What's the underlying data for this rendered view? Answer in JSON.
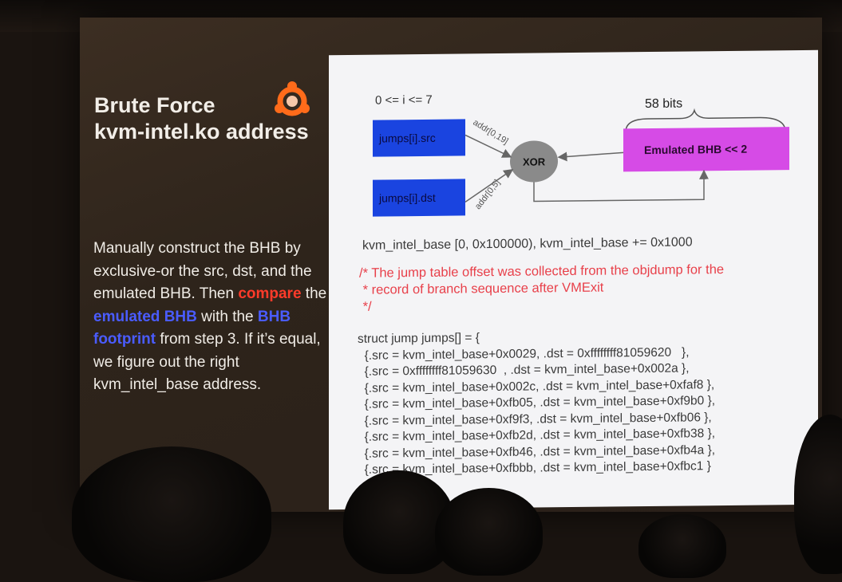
{
  "slide": {
    "title_line1": "Brute Force",
    "title_line2": "kvm-intel.ko address",
    "body_1": "Manually construct the BHB by exclusive-or the src, dst, and the emulated BHB. Then ",
    "body_compare": "compare",
    "body_the": " the ",
    "body_emulated": "emulated BHB",
    "body_with": " with the ",
    "body_footprint": "BHB footprint",
    "body_end": " from step 3. If it’s equal, we figure out the right kvm_intel_base address."
  },
  "diagram": {
    "range_label": "0 <= i <= 7",
    "bits_label": "58 bits",
    "src_box": "jumps[i].src",
    "dst_box": "jumps[i].dst",
    "xor_label": "XOR",
    "bhb_box": "Emulated BHB << 2",
    "addr_src": "addr[0,19]",
    "addr_dst": "addr[0,5]"
  },
  "code": {
    "range_line": "kvm_intel_base [0, 0x100000), kvm_intel_base += 0x1000",
    "comment": "/* The jump table offset was collected from the objdump for the\n * record of branch sequence after VMExit\n */",
    "body": "struct jump jumps[] = {\n  {.src = kvm_intel_base+0x0029, .dst = 0xffffffff81059620   },\n  {.src = 0xffffffff81059630  , .dst = kvm_intel_base+0x002a },\n  {.src = kvm_intel_base+0x002c, .dst = kvm_intel_base+0xfaf8 },\n  {.src = kvm_intel_base+0xfb05, .dst = kvm_intel_base+0xf9b0 },\n  {.src = kvm_intel_base+0xf9f3, .dst = kvm_intel_base+0xfb06 },\n  {.src = kvm_intel_base+0xfb2d, .dst = kvm_intel_base+0xfb38 },\n  {.src = kvm_intel_base+0xfb46, .dst = kvm_intel_base+0xfb4a },\n  {.src = kvm_intel_base+0xfbbb, .dst = kvm_intel_base+0xfbc1 }"
  },
  "colors": {
    "box_blue": "#1a44e0",
    "box_magenta": "#d64be6",
    "xor_gray": "#8a8a8a",
    "highlight_red": "#ff3b2a",
    "highlight_blue": "#4a5cff",
    "comment_red": "#e8404a"
  },
  "icons": {
    "logo": "ubuntu-style-logo-icon"
  }
}
